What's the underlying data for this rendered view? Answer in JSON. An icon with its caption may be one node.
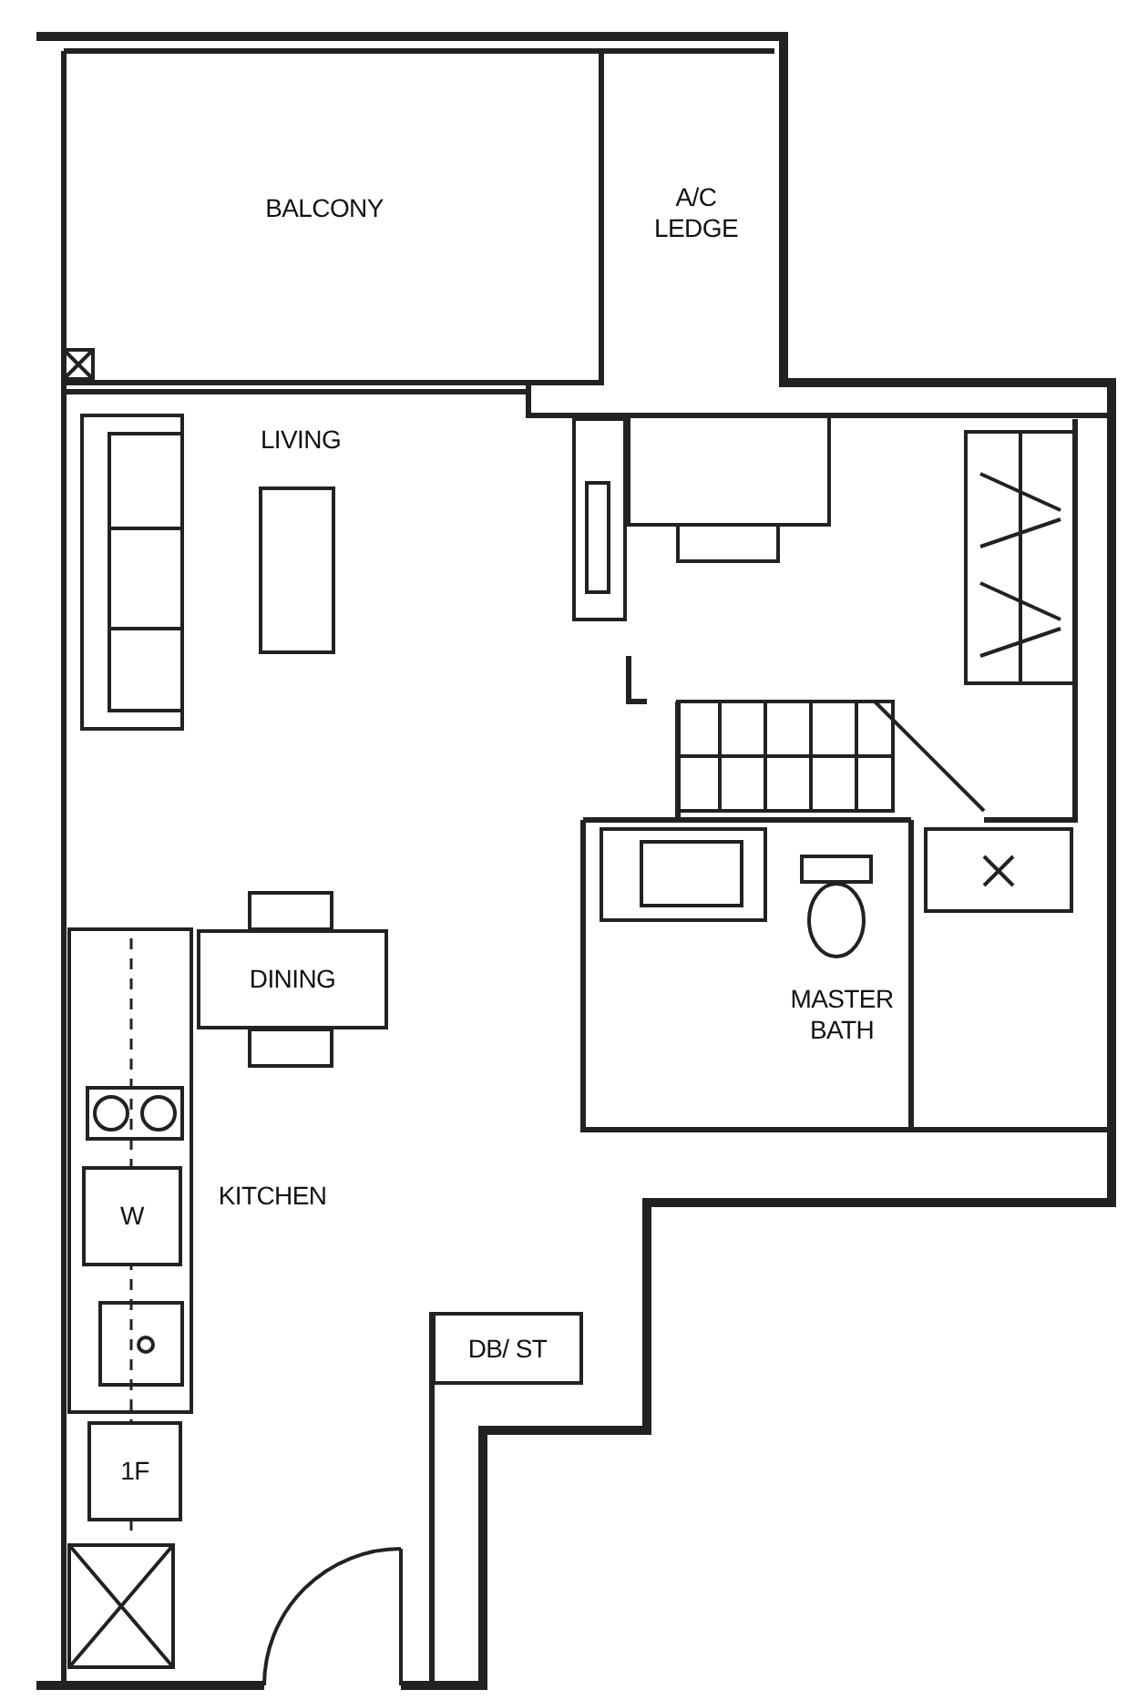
{
  "diagram": {
    "nodes": [
      {
        "text": [
          "BALCONY"
        ]
      },
      {
        "text": [
          "A/C LEDGE"
        ]
      },
      {
        "text": [
          "LIVING"
        ]
      },
      {
        "text": [
          "DINING"
        ]
      },
      {
        "text": [
          "MASTER BATH"
        ]
      },
      {
        "text": [
          "KITCHEN"
        ]
      },
      {
        "text": [
          "W"
        ]
      },
      {
        "text": [
          "DB/ ST"
        ]
      },
      {
        "text": [
          "1F"
        ]
      }
    ]
  }
}
